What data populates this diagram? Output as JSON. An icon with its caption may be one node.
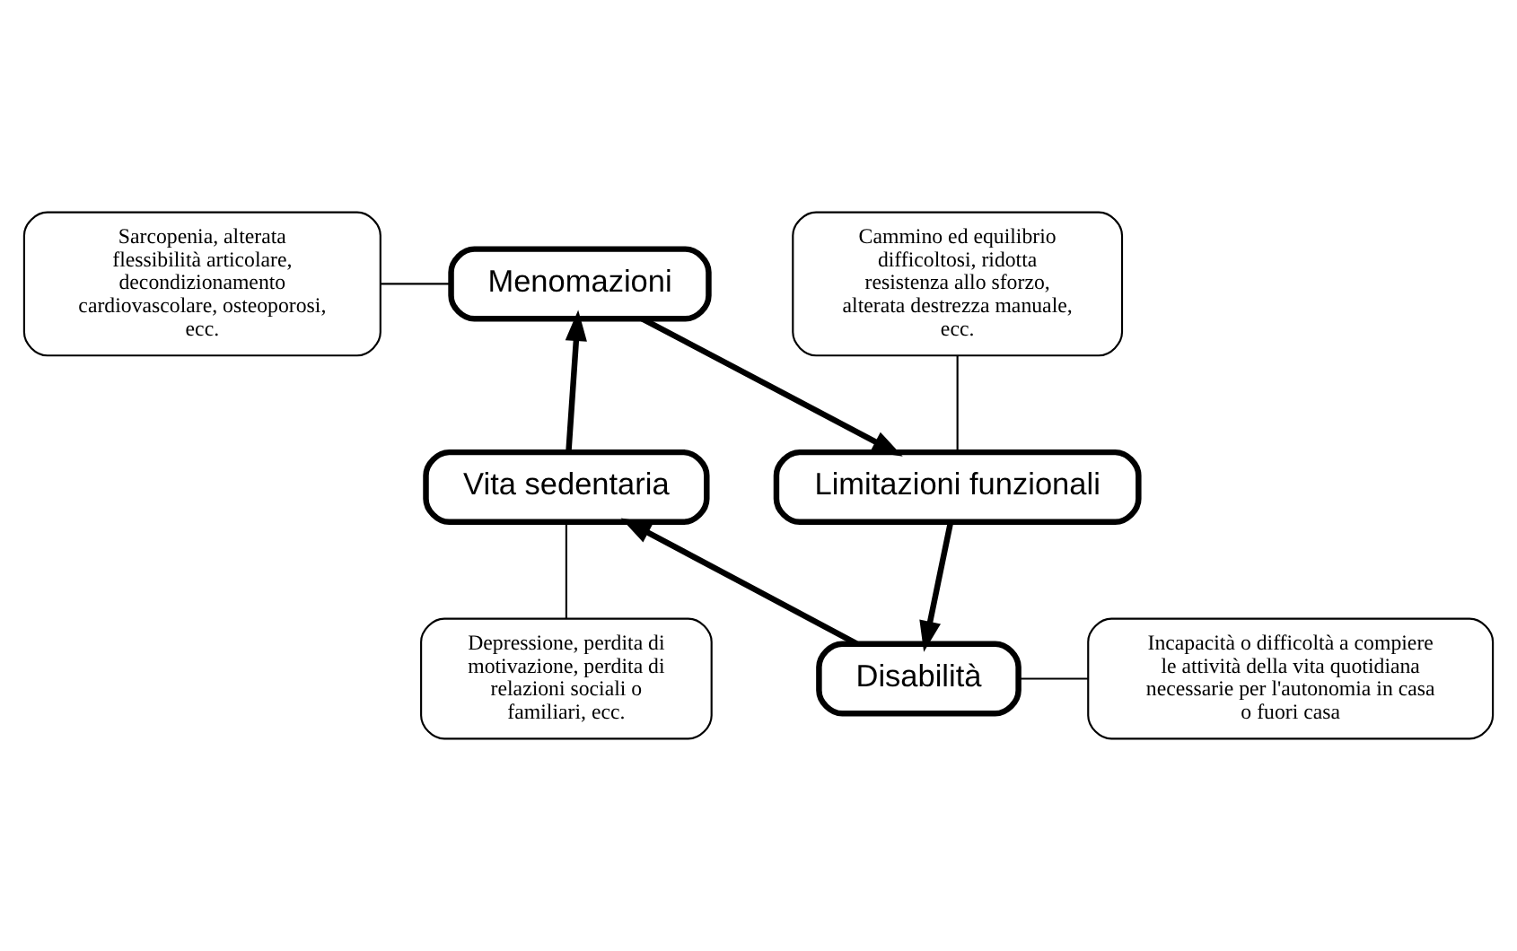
{
  "diagram": {
    "nodes": [
      {
        "text": [
          "Sarcopenia, alterata flessibilità articolare, decondizionamento cardiovascolare, osteoporosi, ecc."
        ]
      },
      {
        "text": [
          "Cammino ed equilibrio difficoltosi, ridotta resistenza allo sforzo, alterata destrezza manuale, ecc."
        ]
      },
      {
        "text": [
          "Menomazioni"
        ]
      },
      {
        "text": [
          "Vita sedentaria"
        ]
      },
      {
        "text": [
          "Limitazioni funzionali"
        ]
      },
      {
        "text": [
          "Disabilità"
        ]
      },
      {
        "text": [
          "Depressione, perdita di motivazione, perdita di relazioni sociali o familiari, ecc."
        ]
      },
      {
        "text": [
          "Incapacità o difficoltà a compiere le attività della vita quotidiana necessarie per l'autonomia in casa o fuori casa"
        ]
      }
    ],
    "edges": [
      {
        "from": 2,
        "to": 4,
        "arrow": "to",
        "style": "thick"
      },
      {
        "from": 4,
        "to": 5,
        "arrow": "to",
        "style": "thick"
      },
      {
        "from": 5,
        "to": 3,
        "arrow": "to",
        "style": "thick"
      },
      {
        "from": 3,
        "to": 2,
        "arrow": "to",
        "style": "thick"
      },
      {
        "from": 0,
        "to": 2,
        "arrow": "none"
      },
      {
        "from": 1,
        "to": 4,
        "arrow": "none"
      },
      {
        "from": 6,
        "to": 3,
        "arrow": "none"
      },
      {
        "from": 7,
        "to": 5,
        "arrow": "none"
      }
    ]
  }
}
